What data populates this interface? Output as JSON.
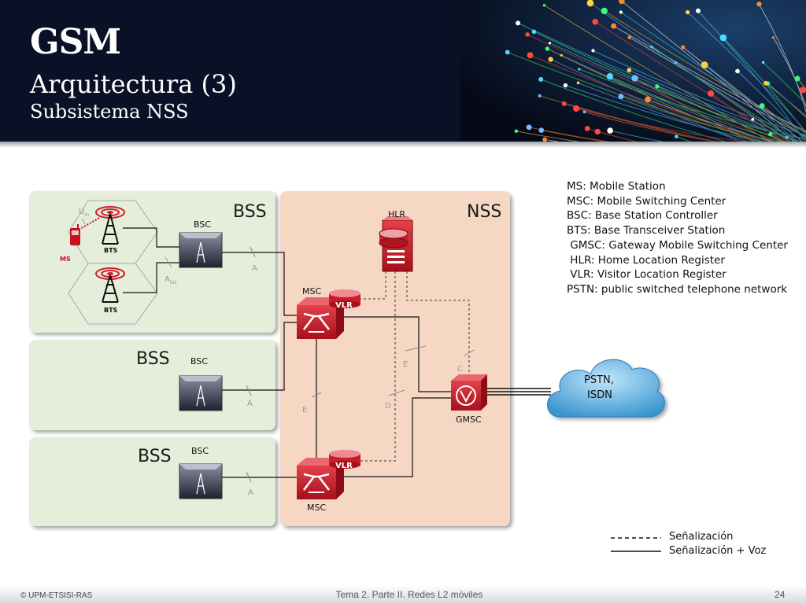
{
  "header": {
    "title": "GSM",
    "subtitle": "Arquitectura (3)",
    "subtitle2": "Subsistema NSS"
  },
  "diagram": {
    "bss_label": "BSS",
    "nss_label": "NSS",
    "bsc_label": "BSC",
    "bts_label": "BTS",
    "ms_label": "MS",
    "um_label": "U",
    "um_sub": "m",
    "abis_label": "A",
    "abis_sub": "bis",
    "a_label": "A",
    "e_label": "E",
    "d_label": "D",
    "c_label": "C",
    "hlr_label": "HLR",
    "msc_label": "MSC",
    "vlr_label": "VLR",
    "gmsc_label": "GMSC",
    "pstn_line1": "PSTN,",
    "pstn_line2": "ISDN"
  },
  "legend": [
    "MS: Mobile Station",
    "MSC: Mobile Switching Center",
    "BSC: Base Station Controller",
    "BTS: Base Transceiver Station",
    " GMSC: Gateway Mobile Switching Center",
    " HLR: Home Location Register",
    " VLR: Visitor Location Register",
    "PSTN: public switched telephone network"
  ],
  "line_legend": {
    "dashed": "Señalización",
    "solid": "Señalización + Voz"
  },
  "footer": {
    "left": "© UPM-ETSISI-RAS",
    "center": "Tema 2. Parte II. Redes L2 móviles",
    "page": "24"
  }
}
